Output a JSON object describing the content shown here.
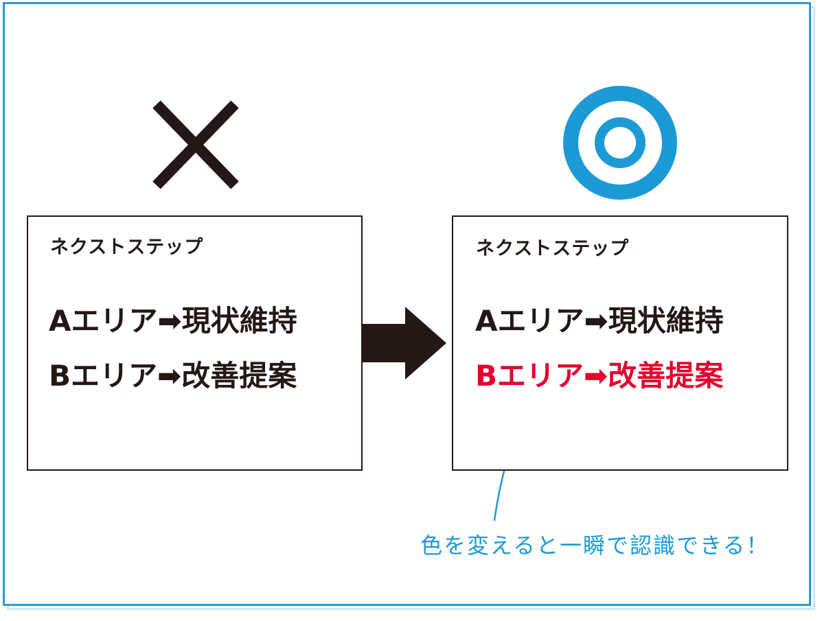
{
  "left_panel": {
    "heading": "ネクストステップ",
    "line_a": "Aエリア➡現状維持",
    "line_b": "Bエリア➡改善提案"
  },
  "right_panel": {
    "heading": "ネクストステップ",
    "line_a": "Aエリア➡現状維持",
    "line_b": "Bエリア➡改善提案"
  },
  "annotation": "色を変えると一瞬で認識できる！",
  "icons": {
    "bad": "cross-mark-icon",
    "good": "double-circle-icon",
    "transition": "right-arrow-icon",
    "pointer": "hand-drawn-arrow-icon"
  },
  "colors": {
    "frame": "#2a9bd6",
    "text": "#231815",
    "highlight": "#e3002d",
    "accent": "#1c9ad6"
  }
}
